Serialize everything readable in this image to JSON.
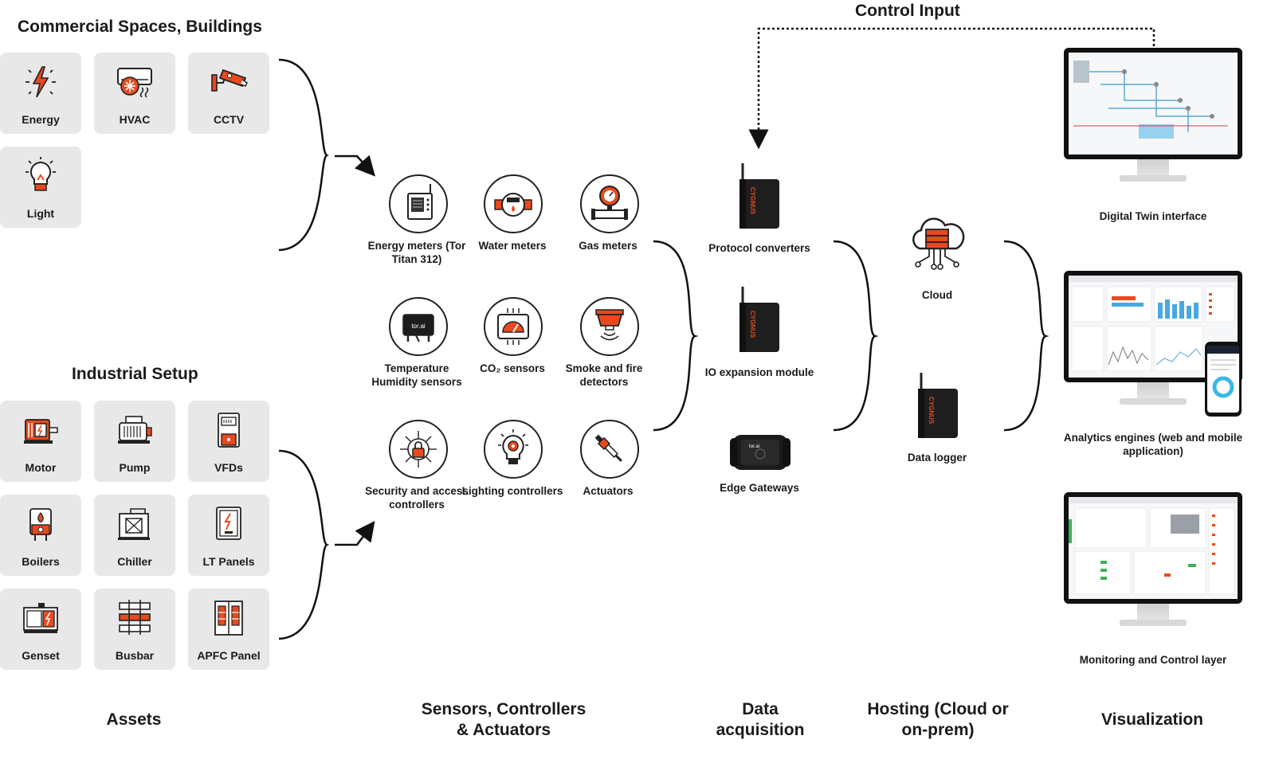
{
  "left": {
    "commercial_title": "Commercial Spaces, Buildings",
    "commercial_items": [
      "Energy",
      "HVAC",
      "CCTV",
      "Light"
    ],
    "industrial_title": "Industrial Setup",
    "industrial_items": [
      "Motor",
      "Pump",
      "VFDs",
      "Boilers",
      "Chiller",
      "LT Panels",
      "Genset",
      "Busbar",
      "APFC Panel"
    ]
  },
  "sensors": [
    {
      "label": "Energy meters (Tor Titan 312)",
      "icon": "energy-meter-icon"
    },
    {
      "label": "Water meters",
      "icon": "water-meter-icon"
    },
    {
      "label": "Gas meters",
      "icon": "gas-meter-icon"
    },
    {
      "label": "Temperature Humidity sensors",
      "icon": "temperature-sensor-icon"
    },
    {
      "label": "CO₂ sensors",
      "icon": "co2-sensor-icon"
    },
    {
      "label": "Smoke and fire detectors",
      "icon": "smoke-detector-icon"
    },
    {
      "label": "Security and access controllers",
      "icon": "lock-icon"
    },
    {
      "label": "Lighting controllers",
      "icon": "bulb-gear-icon"
    },
    {
      "label": "Actuators",
      "icon": "actuator-icon"
    }
  ],
  "acquisition": [
    {
      "label": "Protocol converters",
      "brand": "CYGNUS"
    },
    {
      "label": "IO expansion module",
      "brand": "CYGNUS"
    },
    {
      "label": "Edge Gateways",
      "brand": "tor.ai"
    }
  ],
  "hosting": [
    {
      "label": "Cloud"
    },
    {
      "label": "Data logger",
      "brand": "CYGNUS"
    }
  ],
  "visualization": [
    {
      "label": "Digital Twin interface"
    },
    {
      "label": "Analytics engines (web and mobile application)"
    },
    {
      "label": "Monitoring and Control layer"
    }
  ],
  "control_input": "Control Input",
  "brand_small": "tor.ai",
  "columns": {
    "assets": "Assets",
    "sensors": "Sensors, Controllers & Actuators",
    "acquisition": "Data acquisition",
    "hosting": "Hosting (Cloud or on-prem)",
    "visualization": "Visualization"
  },
  "colors": {
    "accent": "#e8491d",
    "dark": "#222222",
    "tile": "#e8e8e8"
  }
}
